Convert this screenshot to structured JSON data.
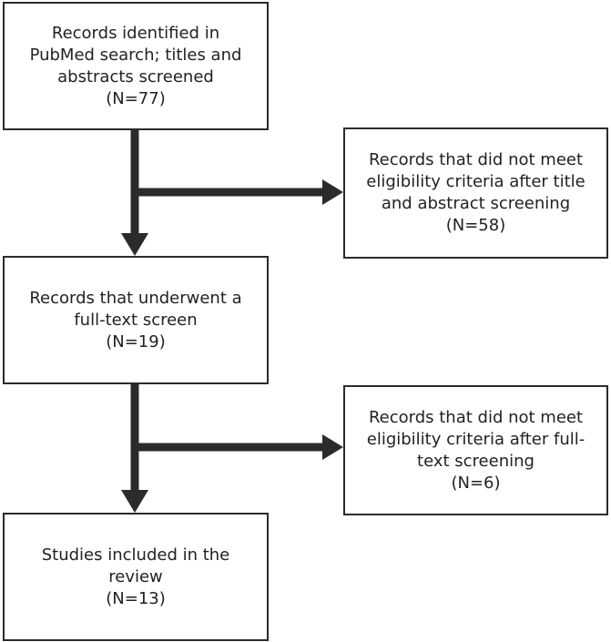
{
  "colors": {
    "border": "#2b2b2b",
    "arrow": "#2b2b2b",
    "text": "#222222",
    "background": "#ffffff"
  },
  "boxes": {
    "identified": {
      "lines": [
        "Records identified in",
        "PubMed search; titles and",
        "abstracts screened"
      ],
      "count": "(N=77)"
    },
    "excluded_screening": {
      "lines": [
        "Records that did not meet",
        "eligibility criteria after title",
        "and abstract screening"
      ],
      "count": "(N=58)"
    },
    "full_text": {
      "lines": [
        "Records that underwent a",
        "full-text screen"
      ],
      "count": "(N=19)"
    },
    "excluded_full_text": {
      "lines": [
        "Records that did not meet",
        "eligibility criteria after full-",
        "text screening"
      ],
      "count": "(N=6)"
    },
    "included": {
      "lines": [
        "Studies included in the",
        "review"
      ],
      "count": "(N=13)"
    }
  }
}
